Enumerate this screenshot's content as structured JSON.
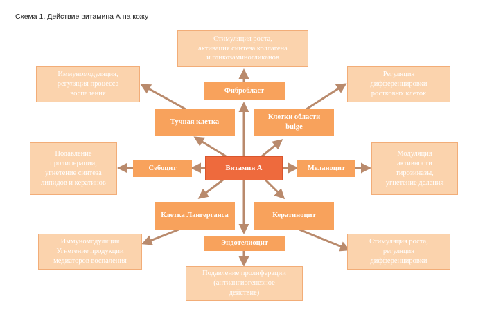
{
  "caption": "Схема 1. Действие витамина А на кожу",
  "colors": {
    "center_fill": "#ee6a3d",
    "inner_fill": "#f8a25c",
    "outer_fill": "#fbd3ad",
    "arrow": "#b98a6c"
  },
  "center": "Витамин А",
  "cells": {
    "fibroblast": "Фибробласт",
    "mast_cell": "Тучная клетка",
    "bulge_cells": "Клетки области\nbulge",
    "sebocyte": "Себоцит",
    "melanocyte": "Меланоцит",
    "langerhans": "Клетка Лангерганса",
    "keratinocyte": "Кератиноцит",
    "endotheliocyte": "Эндотелиоцит"
  },
  "effects": {
    "fibroblast": "Стимуляция роста,\nактивация синтеза коллагена\nи гликозаминогликанов",
    "mast_cell": "Иммуномодуляция,\nрегуляция процесса\nвоспаления",
    "bulge_cells": "Регуляция\nдифференцировки\nростковых клеток",
    "sebocyte": "Подавление\nпролиферации,\nугнетение синтеза\nлипидов и кератинов",
    "melanocyte": "Модуляция\nактивности\nтирозиназы,\nугнетение деления",
    "langerhans": "Иммуномодуляция\nУгнетение продукции\nмедиаторов воспаления",
    "keratinocyte": "Стимуляция роста,\nрегуляция\nдифференцировки",
    "endotheliocyte": "Подавление пролиферации\n(антиангиогенезное\nдействие)"
  }
}
